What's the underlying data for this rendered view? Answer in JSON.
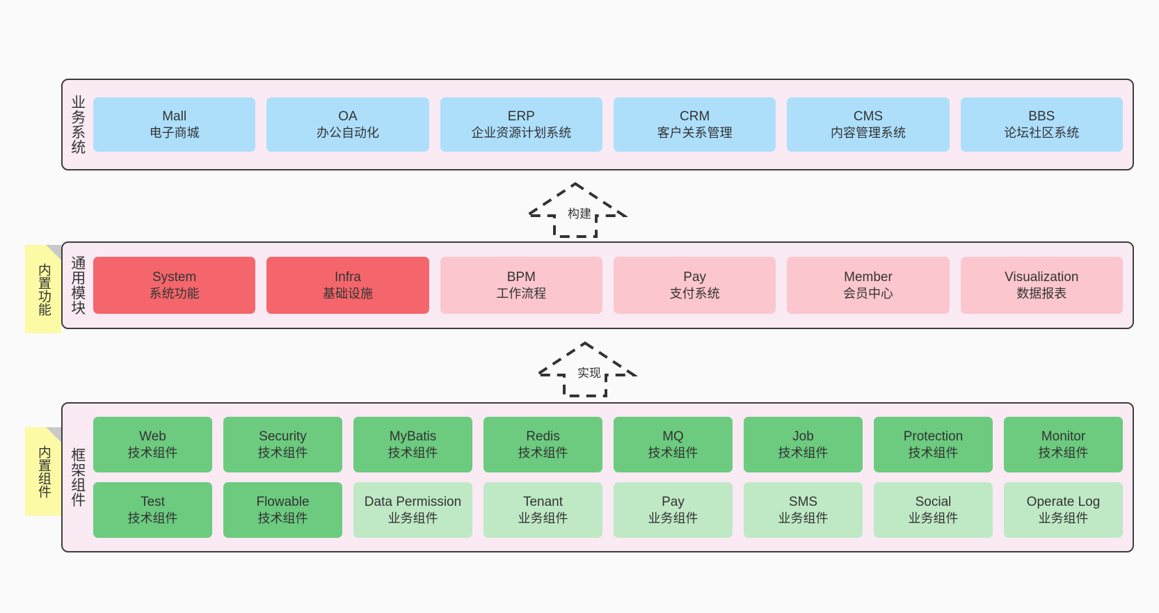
{
  "diagram": {
    "background_color": "#fafafa",
    "layer_fill": "#f9eaf4",
    "layer_border": "#3d3d3d",
    "note_color": "#fcfaa4"
  },
  "layers": [
    {
      "id": "business",
      "title": "业务系统",
      "rows": [
        {
          "cards": [
            {
              "en": "Mall",
              "cn": "电子商城",
              "color": "#addffb",
              "style": "card-blue"
            },
            {
              "en": "OA",
              "cn": "办公自动化",
              "color": "#addffb",
              "style": "card-blue"
            },
            {
              "en": "ERP",
              "cn": "企业资源计划系统",
              "color": "#addffb",
              "style": "card-blue"
            },
            {
              "en": "CRM",
              "cn": "客户关系管理",
              "color": "#addffb",
              "style": "card-blue"
            },
            {
              "en": "CMS",
              "cn": "内容管理系统",
              "color": "#addffb",
              "style": "card-blue"
            },
            {
              "en": "BBS",
              "cn": "论坛社区系统",
              "color": "#addffb",
              "style": "card-blue"
            }
          ]
        }
      ]
    },
    {
      "id": "modules",
      "title": "通用模块",
      "note": "内置功能",
      "rows": [
        {
          "cards": [
            {
              "en": "System",
              "cn": "系统功能",
              "color": "#f4666b",
              "style": "card-red"
            },
            {
              "en": "Infra",
              "cn": "基础设施",
              "color": "#f4666b",
              "style": "card-red"
            },
            {
              "en": "BPM",
              "cn": "工作流程",
              "color": "#fbc6cd",
              "style": "card-pink"
            },
            {
              "en": "Pay",
              "cn": "支付系统",
              "color": "#fbc6cd",
              "style": "card-pink"
            },
            {
              "en": "Member",
              "cn": "会员中心",
              "color": "#fbc6cd",
              "style": "card-pink"
            },
            {
              "en": "Visualization",
              "cn": "数据报表",
              "color": "#fbc6cd",
              "style": "card-pink"
            }
          ]
        }
      ]
    },
    {
      "id": "framework",
      "title": "框架组件",
      "note": "内置组件",
      "rows": [
        {
          "cards": [
            {
              "en": "Web",
              "cn": "技术组件",
              "color": "#6ccb7f",
              "style": "card-green"
            },
            {
              "en": "Security",
              "cn": "技术组件",
              "color": "#6ccb7f",
              "style": "card-green"
            },
            {
              "en": "MyBatis",
              "cn": "技术组件",
              "color": "#6ccb7f",
              "style": "card-green"
            },
            {
              "en": "Redis",
              "cn": "技术组件",
              "color": "#6ccb7f",
              "style": "card-green"
            },
            {
              "en": "MQ",
              "cn": "技术组件",
              "color": "#6ccb7f",
              "style": "card-green"
            },
            {
              "en": "Job",
              "cn": "技术组件",
              "color": "#6ccb7f",
              "style": "card-green"
            },
            {
              "en": "Protection",
              "cn": "技术组件",
              "color": "#6ccb7f",
              "style": "card-green"
            },
            {
              "en": "Monitor",
              "cn": "技术组件",
              "color": "#6ccb7f",
              "style": "card-green"
            }
          ]
        },
        {
          "cards": [
            {
              "en": "Test",
              "cn": "技术组件",
              "color": "#6ccb7f",
              "style": "card-green"
            },
            {
              "en": "Flowable",
              "cn": "技术组件",
              "color": "#6ccb7f",
              "style": "card-green"
            },
            {
              "en": "Data Permission",
              "cn": "业务组件",
              "color": "#bfe9c5",
              "style": "card-lightgreen",
              "wrap": true
            },
            {
              "en": "Tenant",
              "cn": "业务组件",
              "color": "#bfe9c5",
              "style": "card-lightgreen"
            },
            {
              "en": "Pay",
              "cn": "业务组件",
              "color": "#bfe9c5",
              "style": "card-lightgreen"
            },
            {
              "en": "SMS",
              "cn": "业务组件",
              "color": "#bfe9c5",
              "style": "card-lightgreen"
            },
            {
              "en": "Social",
              "cn": "业务组件",
              "color": "#bfe9c5",
              "style": "card-lightgreen"
            },
            {
              "en": "Operate Log",
              "cn": "业务组件",
              "color": "#bfe9c5",
              "style": "card-lightgreen"
            }
          ]
        }
      ]
    }
  ],
  "connectors": [
    {
      "id": "build",
      "label": "构建",
      "from": "modules",
      "to": "business"
    },
    {
      "id": "implement",
      "label": "实现",
      "from": "framework",
      "to": "modules"
    }
  ]
}
